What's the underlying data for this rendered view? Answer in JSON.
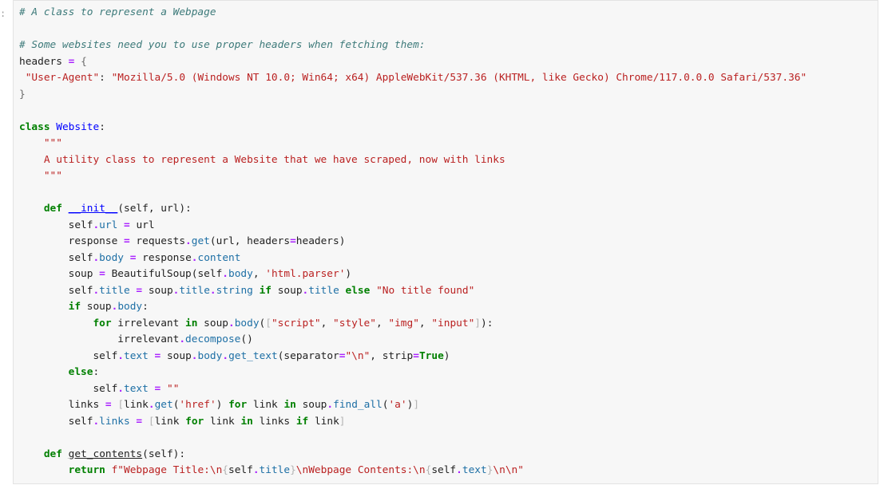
{
  "prompt_marker": ":",
  "code": {
    "comment_class": "# A class to represent a Webpage",
    "comment_headers": "# Some websites need you to use proper headers when fetching them:",
    "headers_var": "headers",
    "user_agent_key": "\"User-Agent\"",
    "user_agent_value": "\"Mozilla/5.0 (Windows NT 10.0; Win64; x64) AppleWebKit/537.36 (KHTML, like Gecko) Chrome/117.0.0.0 Safari/537.36\"",
    "class_name": "Website",
    "docstring_quotes": "\"\"\"",
    "docstring_text": "A utility class to represent a Website that we have scraped, now with links",
    "init_name": "__init__",
    "no_title_string": "\"No title found\"",
    "parser_string": "'html.parser'",
    "tag_script": "\"script\"",
    "tag_style": "\"style\"",
    "tag_img": "\"img\"",
    "tag_input": "\"input\"",
    "newline_string": "\"\\n\"",
    "empty_string": "\"\"",
    "href_string": "'href'",
    "a_string": "'a'",
    "get_contents_name": "get_contents",
    "fstring_prefix": "f\"Webpage Title:\\n",
    "fstring_mid": "\\nWebpage Contents:\\n",
    "fstring_end": "\\n\\n\""
  }
}
